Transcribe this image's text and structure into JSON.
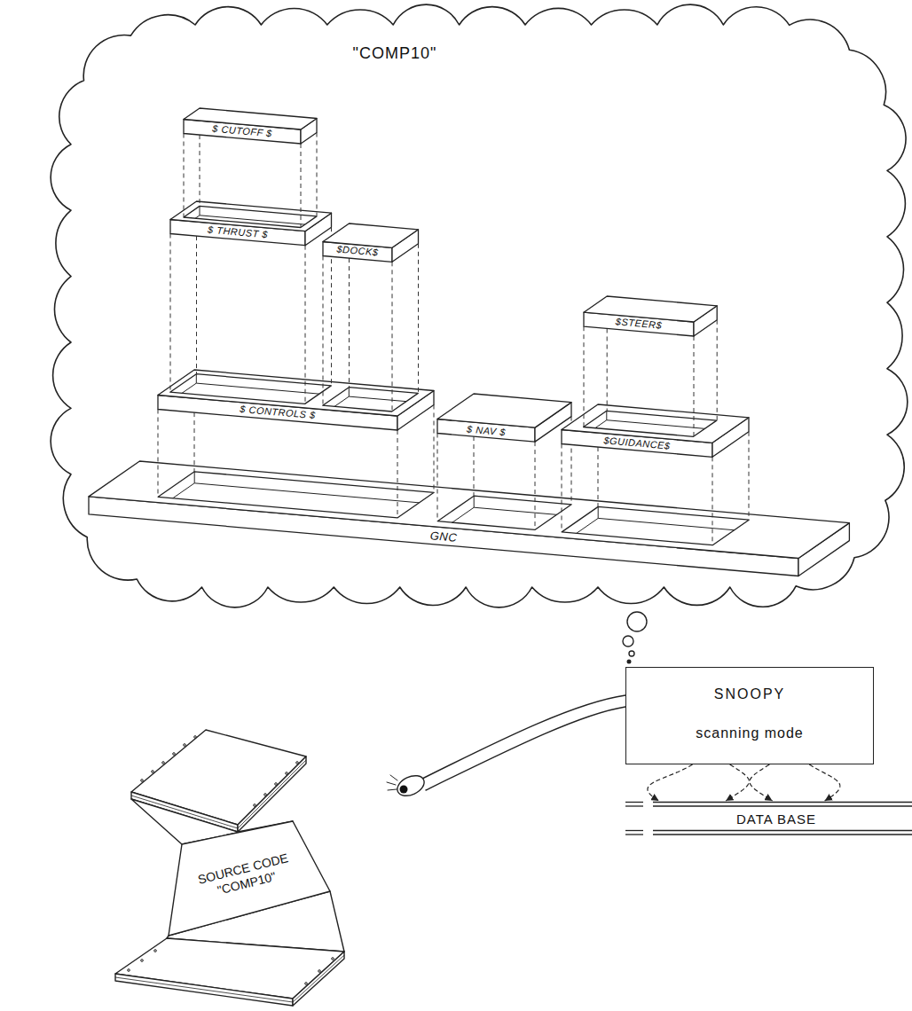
{
  "diagram": {
    "nodes": [
      {
        "text": [
          "\"COMP10\""
        ]
      },
      {
        "text": [
          "$ CUTOFF $"
        ],
        "in": 0
      },
      {
        "text": [
          "$ THRUST $"
        ],
        "in": 0
      },
      {
        "text": [
          "$DOCK$"
        ],
        "in": 0
      },
      {
        "text": [
          "$STEER$"
        ],
        "in": 0
      },
      {
        "text": [
          "$ CONTROLS $"
        ],
        "in": 0
      },
      {
        "text": [
          "$ NAV $"
        ],
        "in": 0
      },
      {
        "text": [
          "$GUIDANCE$"
        ],
        "in": 0
      },
      {
        "text": [
          "GNC"
        ],
        "in": 0
      },
      {
        "text": [
          "SNOOPY",
          "scanning mode"
        ]
      },
      {
        "text": [
          "SOURCE CODE \"COMP10\""
        ]
      },
      {
        "text": [
          "DATA BASE"
        ]
      }
    ],
    "edges": [
      {
        "from": 9,
        "to": 11,
        "arrow": "to"
      },
      {
        "from": 9,
        "to": 11,
        "arrow": "to"
      },
      {
        "from": 9,
        "to": 11,
        "arrow": "to"
      },
      {
        "from": 9,
        "to": 11,
        "arrow": "to"
      }
    ]
  }
}
